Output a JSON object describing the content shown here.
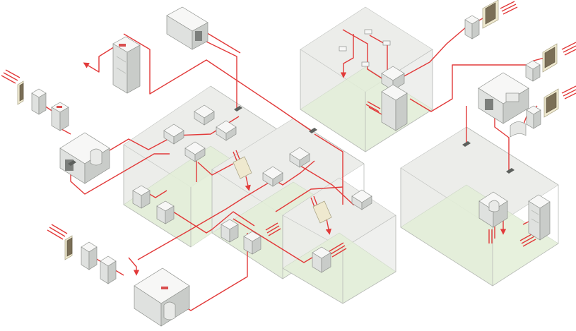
{
  "diagram": {
    "kind": "isometric ventilation / air duct system",
    "rooms": [
      {
        "id": "room-center-left"
      },
      {
        "id": "room-center-mid"
      },
      {
        "id": "room-center-right"
      },
      {
        "id": "room-top"
      },
      {
        "id": "room-right"
      }
    ],
    "colors": {
      "duct": "#e23a3a",
      "room_wall": "#e1e2df",
      "room_floor": "#e3efd8",
      "device": "#dfe1df",
      "intake_grille": "#efe9cf"
    },
    "icons": [
      "air-handling-unit-icon",
      "ceiling-diffuser-icon",
      "intake-grille-icon",
      "filter-box-icon",
      "server-rack-icon",
      "airflow-arrow-icon"
    ]
  }
}
